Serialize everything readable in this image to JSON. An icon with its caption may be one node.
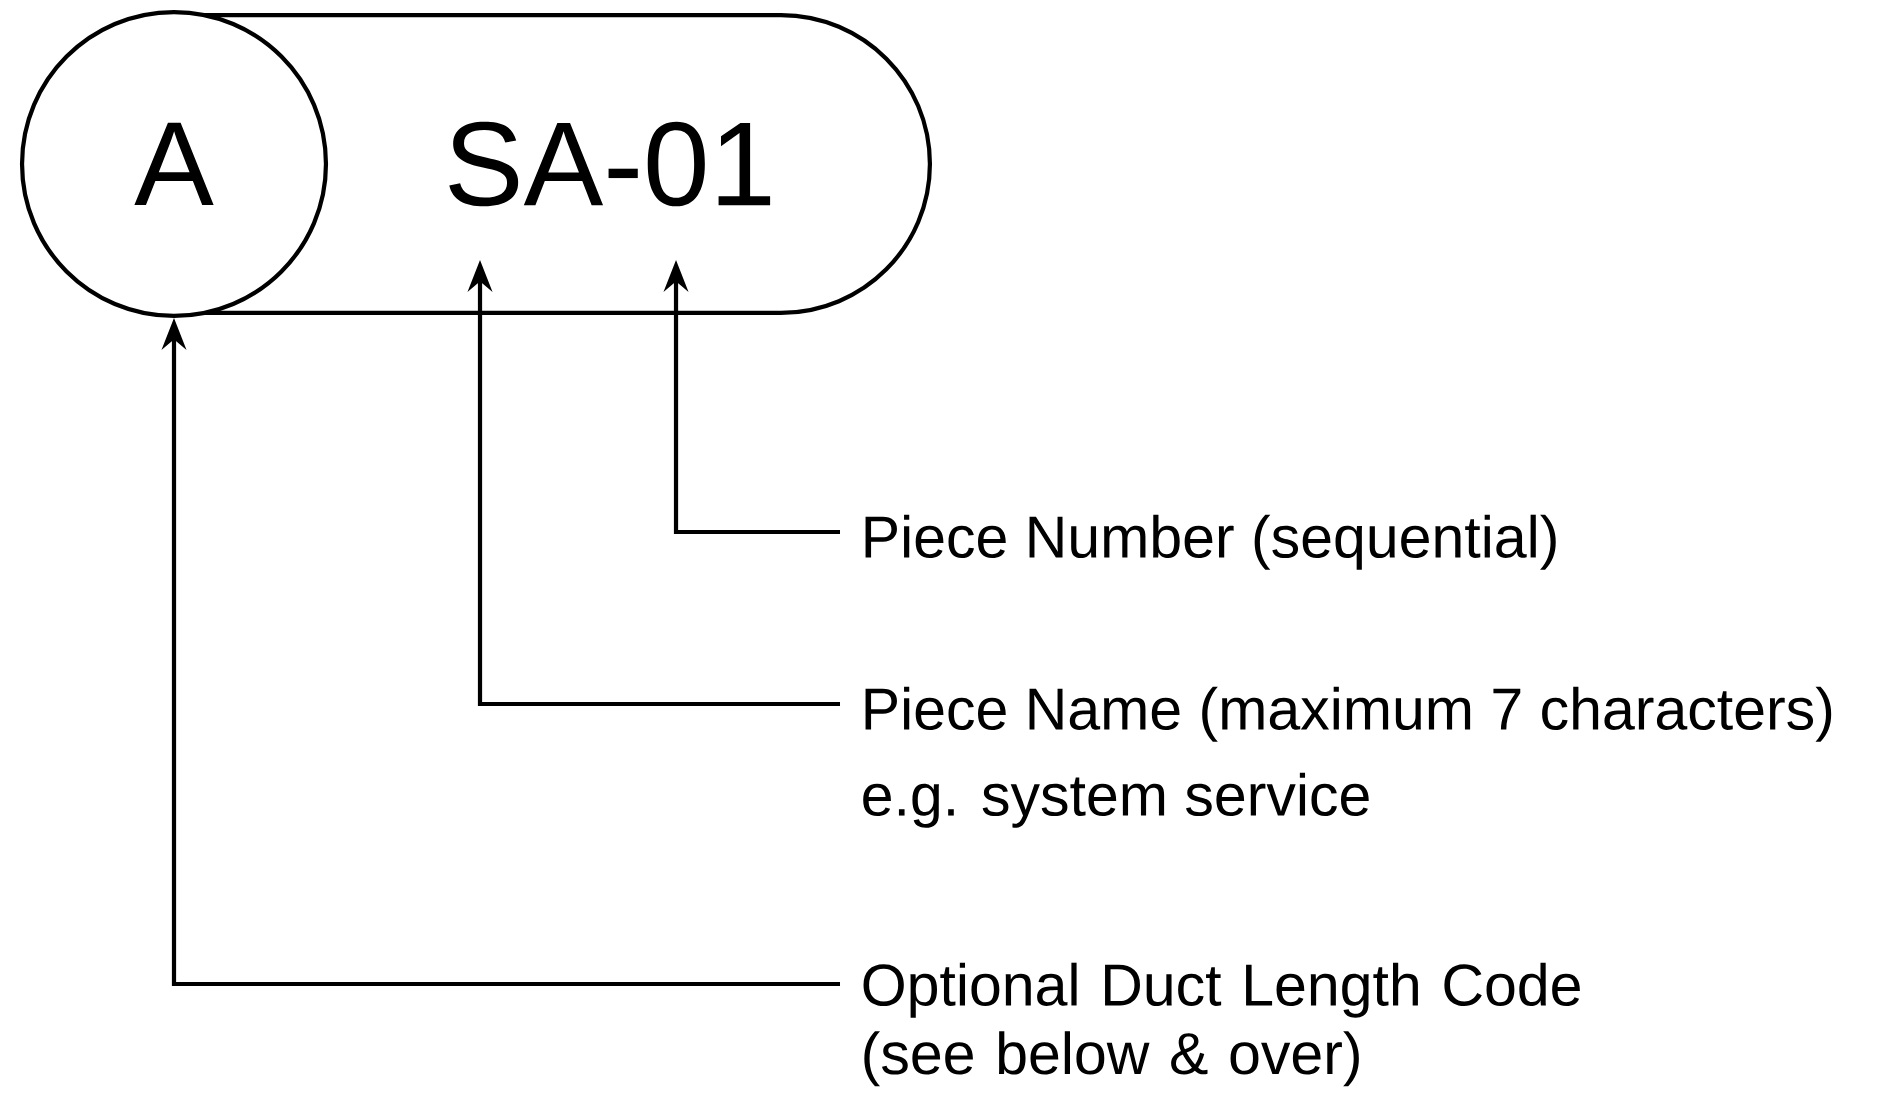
{
  "diagram": {
    "nodes": [
      {
        "text": [
          "SA-01"
        ]
      },
      {
        "text": [
          "A"
        ],
        "in": 0
      },
      {
        "text": [
          "Piece Number (sequential)"
        ]
      },
      {
        "text": [
          "Piece Name (maximum 7 characters)",
          "e.g. system service"
        ]
      },
      {
        "text": [
          "Optional Duct Length Code (see below & over)"
        ]
      }
    ],
    "edges": [
      {
        "from": 2,
        "to": 0,
        "arrow": "to"
      },
      {
        "from": 3,
        "to": 0,
        "arrow": "to"
      },
      {
        "from": 4,
        "to": 1,
        "arrow": "to"
      }
    ]
  }
}
